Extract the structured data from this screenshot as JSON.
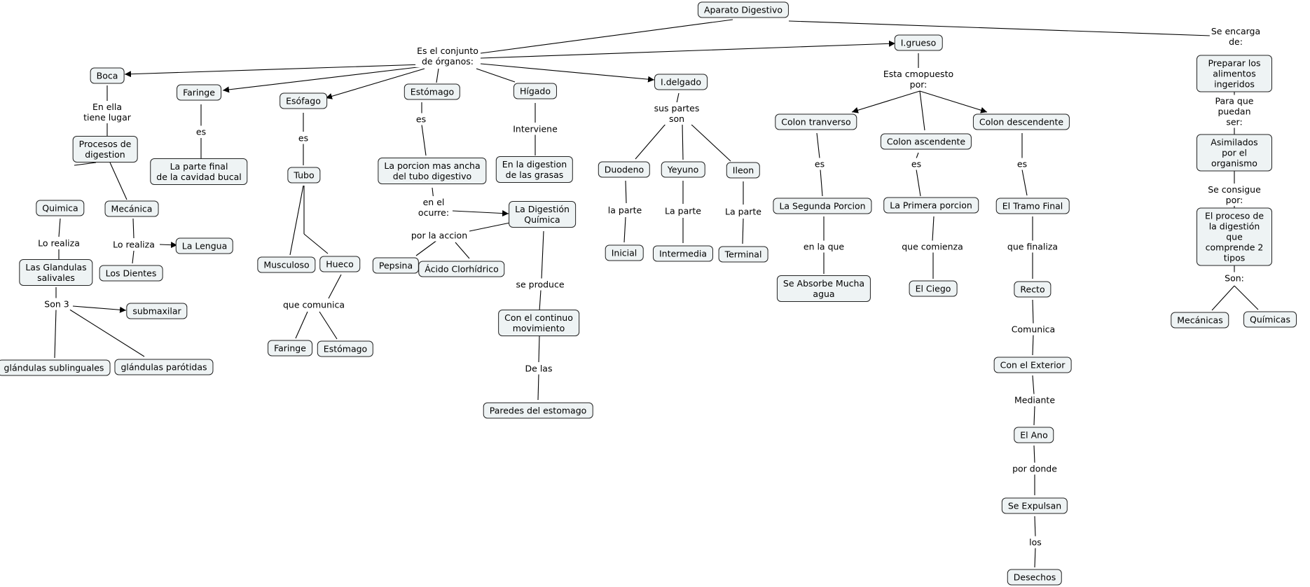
{
  "concepts": {
    "aparato": "Aparato Digestivo",
    "boca": "Boca",
    "faringe1": "Faringe",
    "esofago": "Esófago",
    "estomago1": "Estómago",
    "higado": "Hígado",
    "idelgado": "I.delgado",
    "igrueso": "I.grueso",
    "preparar": "Preparar los alimentos ingeridos",
    "procesos": "Procesos de\ndigestion",
    "quimica": "Quimica",
    "mecanica": "Mecánica",
    "glandulas": "Las Glandulas\nsalivales",
    "lengua": "La Lengua",
    "dientes": "Los Dientes",
    "submaxilar": "submaxilar",
    "sublinguales": "glándulas sublinguales",
    "parotidas": "glándulas parótidas",
    "parteFinal": "La parte final\nde la cavidad bucal",
    "tubo": "Tubo",
    "musculoso": "Musculoso",
    "hueco": "Hueco",
    "faringe2": "Faringe",
    "estomago2": "Estómago",
    "porcion": "La porcion mas ancha\ndel tubo digestivo",
    "digQuimica": "La Digestión\nQuímica",
    "pepsina": "Pepsina",
    "acido": "Ácido Clorhídrico",
    "continuo": "Con el continuo\nmovimiento",
    "paredes": "Paredes del estomago",
    "grasas": "En la digestion\nde las grasas",
    "duodeno": "Duodeno",
    "yeyuno": "Yeyuno",
    "ileon": "Ileon",
    "inicial": "Inicial",
    "intermedia": "Intermedia",
    "terminal": "Terminal",
    "colonT": "Colon tranverso",
    "colonA": "Colon ascendente",
    "colonD": "Colon descendente",
    "segunda": "La Segunda Porcion",
    "absorbe": "Se Absorbe Mucha\nagua",
    "primera": "La Primera porcion",
    "ciego": "El Ciego",
    "tramo": "El Tramo Final",
    "recto": "Recto",
    "exterior": "Con el Exterior",
    "ano": "El Ano",
    "expulsan": "Se Expulsan",
    "desechos": "Desechos",
    "asimilados": "Asimilados por el organismo",
    "proceso2": "El proceso de la digestión\nque comprende 2 tipos",
    "mecanicas": "Mecánicas",
    "quimicas": "Químicas"
  },
  "phrases": {
    "conjunto": "Es el conjunto\nde órganos:",
    "encarga": "Se encarga\nde:",
    "enElla": "En ella\ntiene lugar",
    "loRealiza1": "Lo realiza",
    "loRealiza2": "Lo realiza",
    "son3": "Son 3",
    "esFar": "es",
    "esEso": "es",
    "queComunica": "que comunica",
    "esEst": "es",
    "enElOcurre": "en el\nocurre:",
    "porAccion": "por la accion",
    "seProduce": "se produce",
    "deLas": "De las",
    "interviene": "Interviene",
    "susPartes": "sus partes\nson",
    "laParte1": "la parte",
    "laParte2": "La parte",
    "laParte3": "La parte",
    "compuesto": "Esta cmopuesto\npor:",
    "esCT": "es",
    "enLaQue": "en la que",
    "esCA": "es",
    "queComienza": "que comienza",
    "esCD": "es",
    "queFinaliza": "que finaliza",
    "comunica": "Comunica",
    "mediante": "Mediante",
    "porDonde": "por donde",
    "los": "los",
    "paraQue": "Para que puedan\nser:",
    "seConsigue": "Se consigue\npor:",
    "son": "Son:"
  }
}
